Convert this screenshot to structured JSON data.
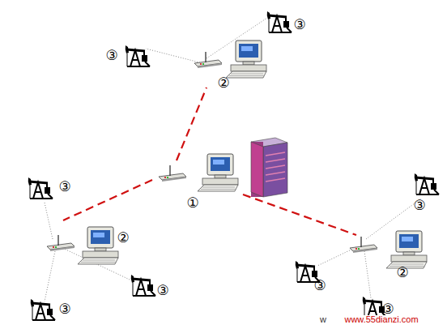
{
  "diagram": {
    "labels": [
      "③",
      "③",
      "②",
      "①",
      "③",
      "②",
      "③",
      "③",
      "③",
      "③",
      "②",
      "③",
      "w",
      "www.55dianzi.com"
    ]
  }
}
